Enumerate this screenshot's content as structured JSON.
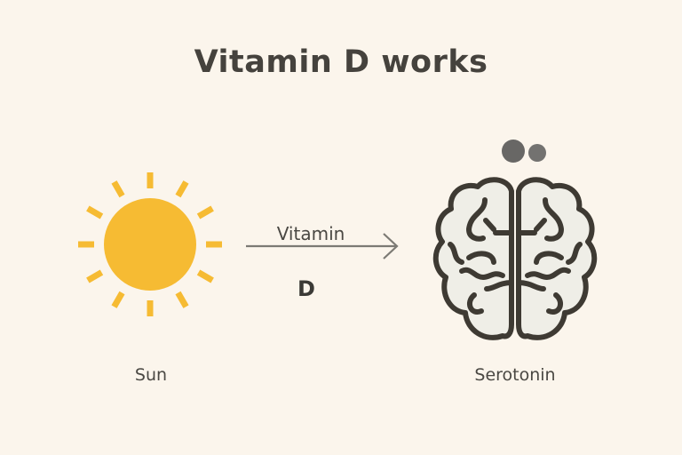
{
  "title": "Vitamin D works",
  "sun": {
    "label": "Sun",
    "color": "#f6bb33"
  },
  "arrow": {
    "label_top": "Vitamin",
    "label_bottom": "D",
    "color": "#7c7a74"
  },
  "brain": {
    "label": "Serotonin",
    "stroke": "#3e3a33",
    "fill": "#efeee7"
  }
}
